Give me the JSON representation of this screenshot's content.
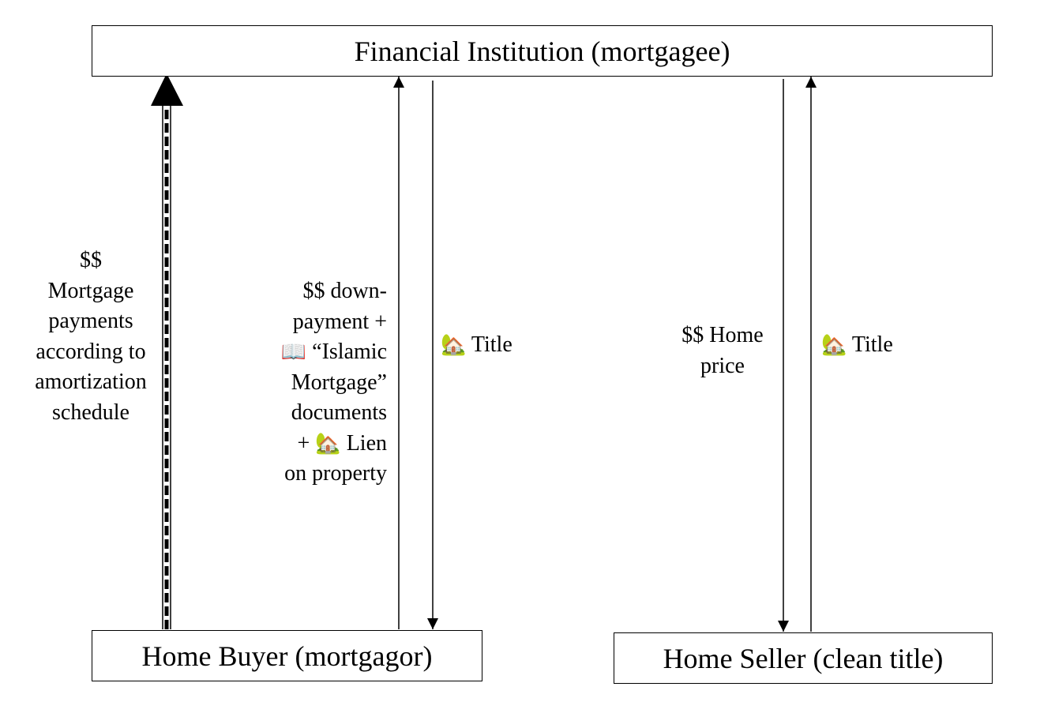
{
  "nodes": {
    "financial_institution": "Financial Institution (mortgagee)",
    "home_buyer": "Home Buyer (mortgagor)",
    "home_seller": "Home Seller (clean title)"
  },
  "flows": {
    "payments": {
      "lines": [
        "$$",
        "Mortgage",
        "payments",
        "according to",
        "amortization",
        "schedule"
      ]
    },
    "down_payment": {
      "line1": "$$ down-",
      "line2": "payment +",
      "line3_icon": "book-icon",
      "line3_glyph": "📖",
      "line3_text": " “Islamic",
      "line4": "Mortgage”",
      "line5": "documents",
      "line6_prefix": "+ ",
      "line6_icon": "house-icon",
      "line6_glyph": "🏡",
      "line6_text": " Lien",
      "line7": "on property"
    },
    "title_to_buyer": {
      "icon": "house-icon",
      "glyph": "🏡",
      "text": " Title"
    },
    "home_price": {
      "lines": [
        "$$ Home",
        "price"
      ]
    },
    "title_to_fi": {
      "icon": "house-icon",
      "glyph": "🏡",
      "text": " Title"
    }
  }
}
